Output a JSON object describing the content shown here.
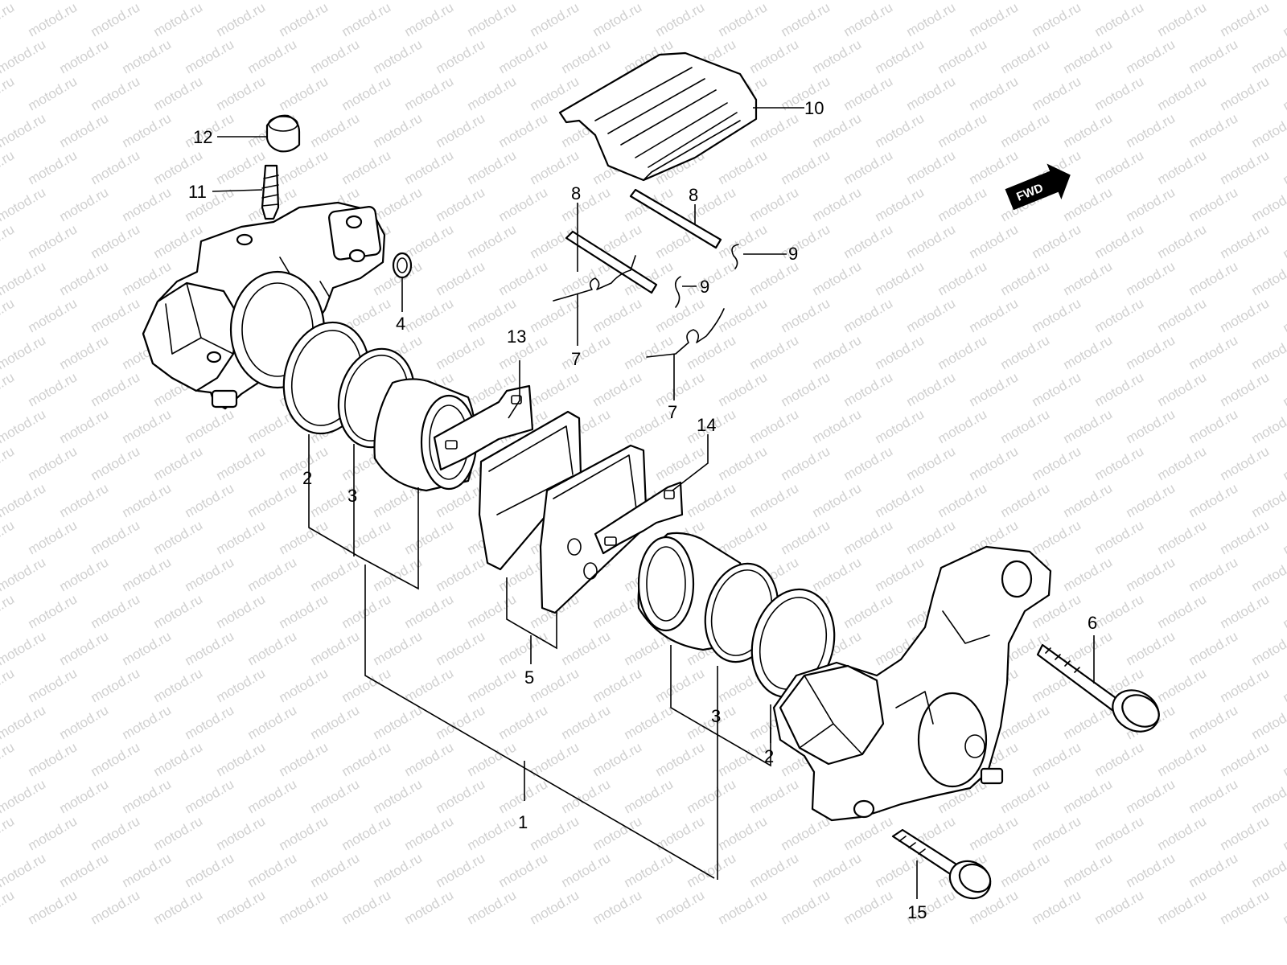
{
  "diagram": {
    "watermark_text": "motod.ru",
    "direction_badge": {
      "label": "FWD",
      "icon": "arrow-right-icon"
    },
    "callouts": [
      "1",
      "2",
      "2",
      "3",
      "3",
      "4",
      "5",
      "6",
      "7",
      "7",
      "8",
      "8",
      "9",
      "9",
      "10",
      "11",
      "12",
      "13",
      "14",
      "15"
    ]
  }
}
